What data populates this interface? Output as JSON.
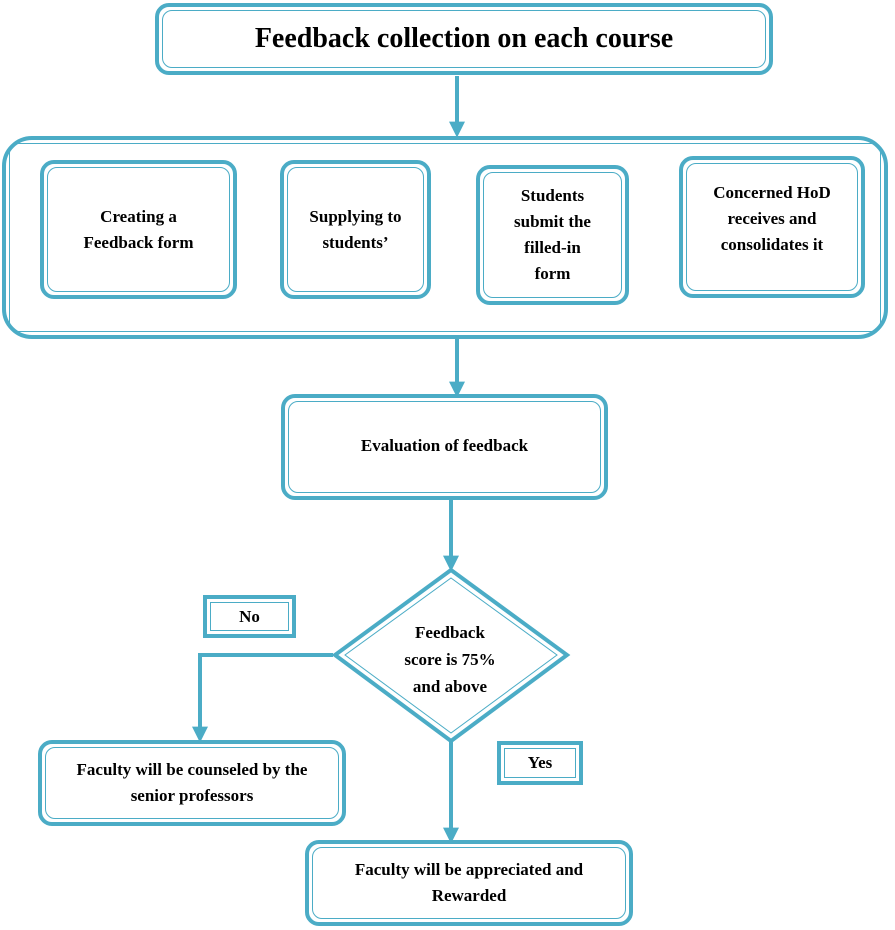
{
  "title": "Feedback collection on each course",
  "steps": {
    "create": "Creating a Feedback form",
    "supply": "Supplying to students’",
    "submit": "Students submit the filled-in form",
    "hod": "Concerned HoD receives and consolidates it"
  },
  "evaluation": "Evaluation of feedback",
  "decision": "Feedback score is 75% and above",
  "no_label": "No",
  "yes_label": "Yes",
  "outcome_no": "Faculty will be counseled by the senior professors",
  "outcome_yes": "Faculty will be appreciated and Rewarded",
  "colors": {
    "accent": "#4bacc6",
    "text": "#000000",
    "background": "#ffffff"
  }
}
